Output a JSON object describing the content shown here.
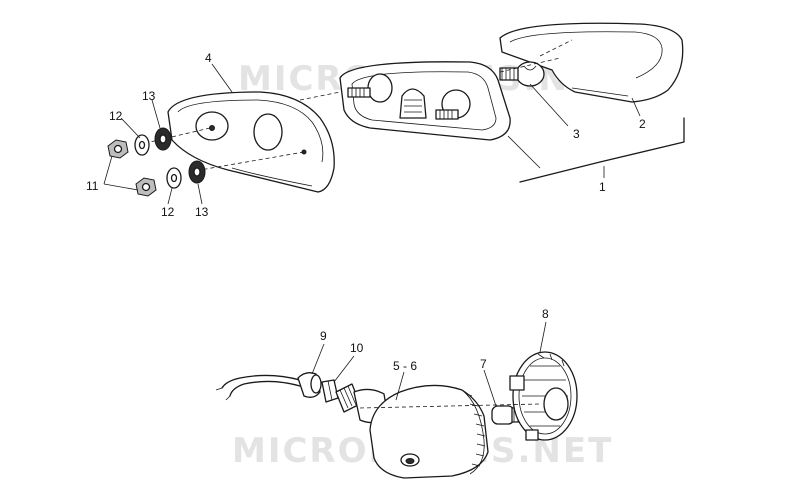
{
  "watermark": "MICROFICHES.NET",
  "callouts": {
    "c1": "1",
    "c2": "2",
    "c3": "3",
    "c4": "4",
    "c5_6": "5 - 6",
    "c7": "7",
    "c8": "8",
    "c9": "9",
    "c10": "10",
    "c11": "11",
    "c12a": "12",
    "c12b": "12",
    "c13a": "13",
    "c13b": "13"
  },
  "colors": {
    "line": "#1a1a1a",
    "watermark": "#e3e3e3",
    "background": "#ffffff"
  }
}
